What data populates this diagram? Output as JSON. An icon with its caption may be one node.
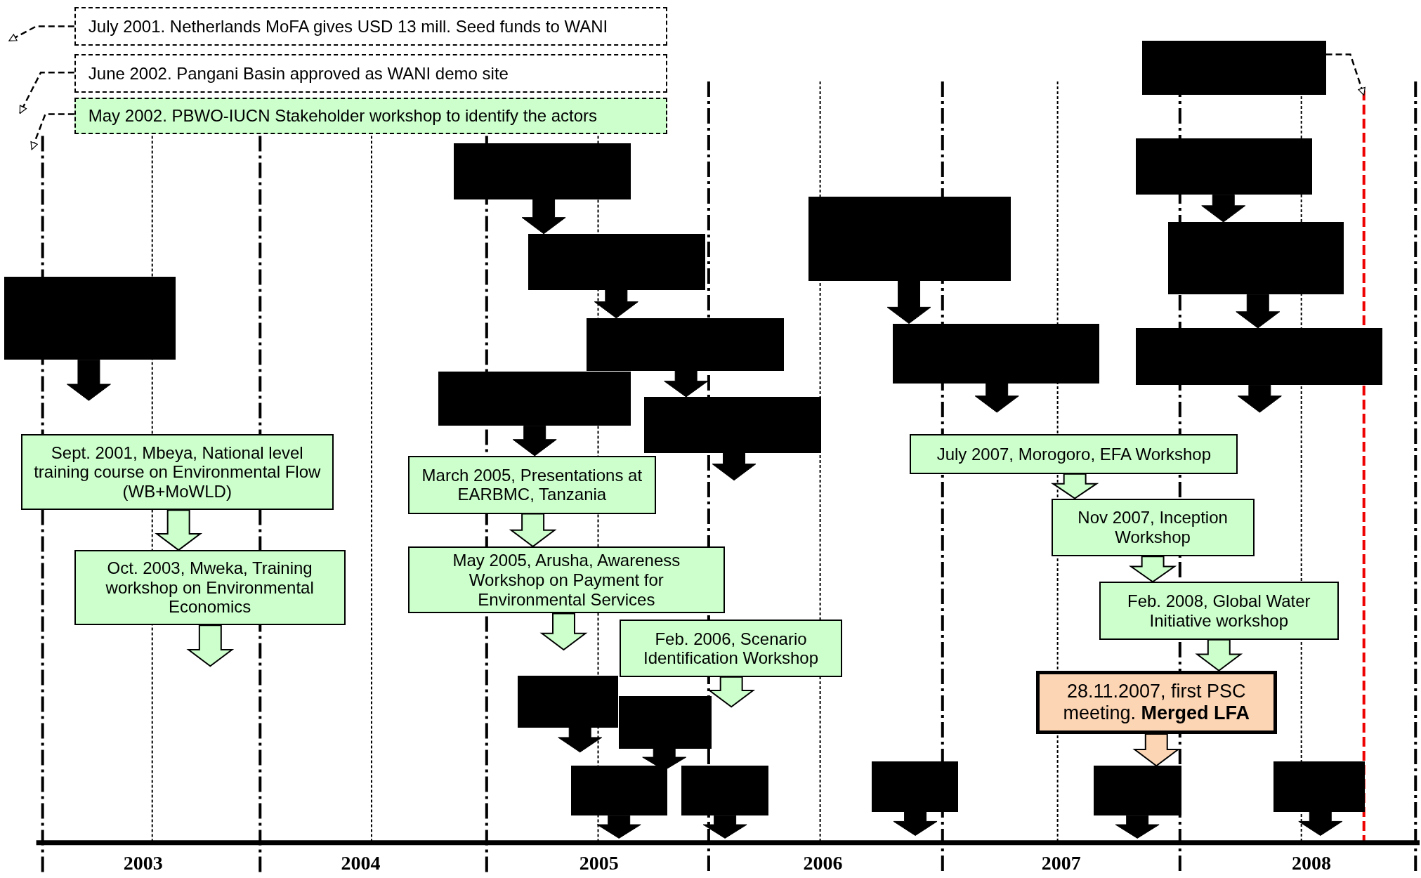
{
  "diagram": {
    "nodes": [
      {
        "text": [
          "July 2001. Netherlands MoFA gives USD 13 mill. Seed funds to WANI"
        ]
      },
      {
        "text": [
          "June 2002. Pangani Basin approved as WANI demo site"
        ]
      },
      {
        "text": [
          "May 2002. PBWO-IUCN Stakeholder workshop to identify the actors"
        ]
      },
      {
        "text": [],
        "shape": "box"
      },
      {
        "text": [],
        "shape": "box"
      },
      {
        "text": [],
        "shape": "box"
      },
      {
        "text": [],
        "shape": "box"
      },
      {
        "text": [],
        "shape": "box"
      },
      {
        "text": [],
        "shape": "box"
      },
      {
        "text": [],
        "shape": "box"
      },
      {
        "text": [],
        "shape": "box"
      },
      {
        "text": [],
        "shape": "box"
      },
      {
        "text": [],
        "shape": "box"
      },
      {
        "text": [],
        "shape": "box"
      },
      {
        "text": [],
        "shape": "box"
      },
      {
        "text": [
          "Sept. 2001, Mbeya, National level training course on Environmental Flow (WB+MoWLD)"
        ]
      },
      {
        "text": [
          "July 2007, Morogoro, EFA Workshop"
        ]
      },
      {
        "text": [
          "March 2005, Presentations at EARBMC, Tanzania"
        ]
      },
      {
        "text": [
          "Nov 2007, Inception Workshop"
        ]
      },
      {
        "text": [
          "May 2005, Arusha, Awareness Workshop on Payment for Environmental Services"
        ]
      },
      {
        "text": [
          "Oct. 2003, Mweka, Training workshop on Environmental Economics"
        ]
      },
      {
        "text": [
          "Feb. 2008, Global Water Initiative workshop"
        ]
      },
      {
        "text": [
          "Feb. 2006, Scenario Identification Workshop"
        ]
      },
      {
        "text": [
          "28.11.2007, first PSC meeting. **Merged LFA**"
        ]
      },
      {
        "text": [],
        "shape": "box"
      },
      {
        "text": [],
        "shape": "box"
      },
      {
        "text": [],
        "shape": "box"
      },
      {
        "text": [],
        "shape": "box"
      },
      {
        "text": [],
        "shape": "box"
      },
      {
        "text": [],
        "shape": "box"
      },
      {
        "text": [],
        "shape": "box"
      }
    ],
    "edges": [
      {
        "from": 0,
        "to": null,
        "arrow": "to",
        "style": "dashed"
      },
      {
        "from": 1,
        "to": null,
        "arrow": "to",
        "style": "dashed"
      },
      {
        "from": 2,
        "to": null,
        "arrow": "to",
        "style": "dashed"
      },
      {
        "from": 3,
        "to": null,
        "arrow": "to",
        "style": "dashed"
      },
      {
        "from": 4,
        "to": 8,
        "arrow": "to"
      },
      {
        "from": 5,
        "to": 7,
        "arrow": "to"
      },
      {
        "from": 6,
        "to": 11,
        "arrow": "to"
      },
      {
        "from": 7,
        "to": 12,
        "arrow": "to"
      },
      {
        "from": 8,
        "to": 10,
        "arrow": "to"
      },
      {
        "from": 9,
        "to": null,
        "arrow": "to"
      },
      {
        "from": 10,
        "to": 14,
        "arrow": "to"
      },
      {
        "from": 11,
        "to": null,
        "arrow": "to"
      },
      {
        "from": 12,
        "to": null,
        "arrow": "to"
      },
      {
        "from": 13,
        "to": 17,
        "arrow": "to"
      },
      {
        "from": 14,
        "to": null,
        "arrow": "to"
      },
      {
        "from": 15,
        "to": 20,
        "arrow": "to",
        "color": "#ccffcc"
      },
      {
        "from": 17,
        "to": 19,
        "arrow": "to",
        "color": "#ccffcc"
      },
      {
        "from": 16,
        "to": 18,
        "arrow": "to",
        "color": "#ccffcc"
      },
      {
        "from": 18,
        "to": 21,
        "arrow": "to",
        "color": "#ccffcc"
      },
      {
        "from": 20,
        "to": null,
        "arrow": "to",
        "color": "#ccffcc"
      },
      {
        "from": 19,
        "to": null,
        "arrow": "to",
        "color": "#ccffcc"
      },
      {
        "from": 21,
        "to": 23,
        "arrow": "to",
        "color": "#ccffcc"
      },
      {
        "from": 22,
        "to": null,
        "arrow": "to",
        "color": "#ccffcc"
      },
      {
        "from": 23,
        "to": 29,
        "arrow": "to",
        "color": "#fcd5b4"
      },
      {
        "from": 24,
        "to": null,
        "arrow": "to"
      },
      {
        "from": 25,
        "to": null,
        "arrow": "to"
      },
      {
        "from": 26,
        "to": null,
        "arrow": "to"
      },
      {
        "from": 27,
        "to": null,
        "arrow": "to"
      },
      {
        "from": 28,
        "to": null,
        "arrow": "to"
      },
      {
        "from": 29,
        "to": null,
        "arrow": "to"
      },
      {
        "from": 30,
        "to": null,
        "arrow": "to"
      }
    ],
    "labels": [
      "2003",
      "2004",
      "2005",
      "2006",
      "2007",
      "2008"
    ]
  }
}
